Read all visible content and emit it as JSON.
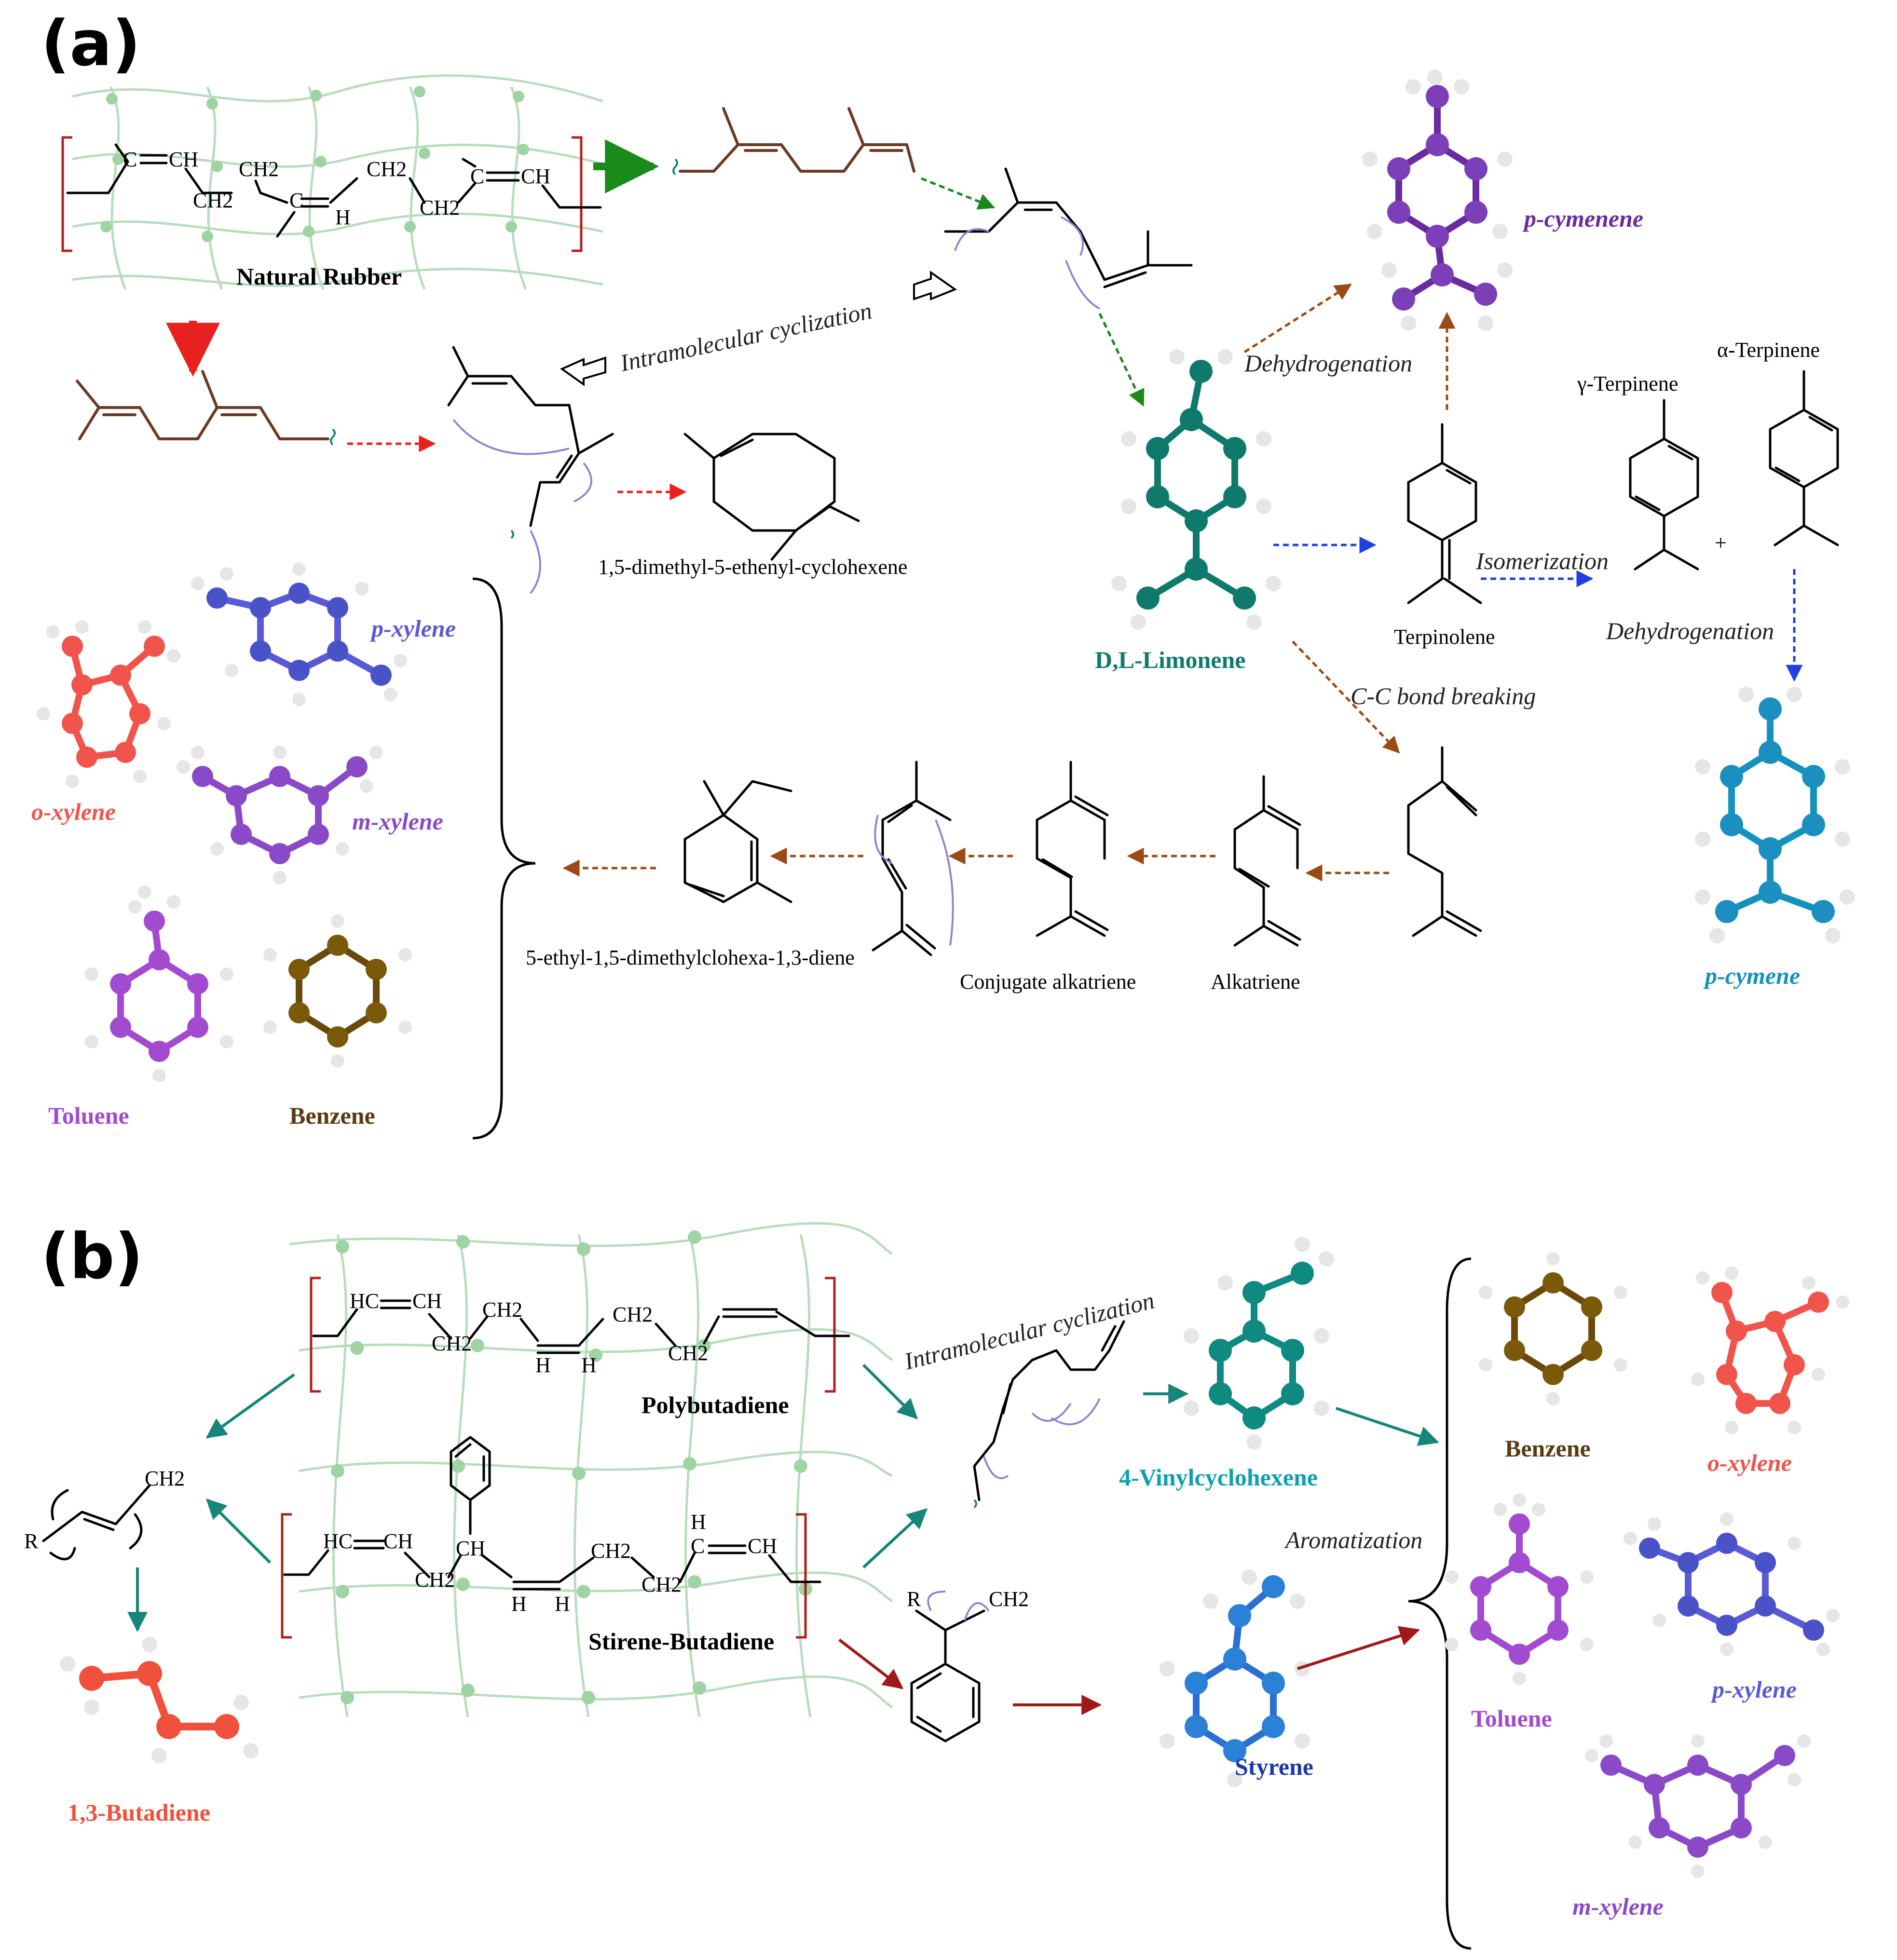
{
  "panels": {
    "a": "(a)",
    "b": "(b)"
  },
  "colors": {
    "green_arrow": "#1a8a1a",
    "red_arrow": "#e82020",
    "brown_arrow": "#9b4a16",
    "blue_arrow": "#2040e0",
    "teal_arrow": "#16857a",
    "darkred_arrow": "#a01818",
    "limonene": "#0f7a6c",
    "p_cymenene": "#6a2aa0",
    "p_cymene": "#1591bd",
    "p_xylene": "#5a5ad4",
    "o_xylene": "#f0544a",
    "m_xylene": "#8a4ac8",
    "toluene": "#a24ad0",
    "benzene": "#6a4a0a",
    "vinylcyclohexene": "#0fa0b0",
    "styrene": "#2b6fd0",
    "butadiene": "#f0503c"
  },
  "a": {
    "polymer_label": "Natural Rubber",
    "poly_text": {
      "c1": "C",
      "ch1": "CH",
      "ch2a": "CH2",
      "ch2b": "CH2",
      "c2": "C",
      "h1": "H",
      "ch2c": "CH2",
      "ch2d": "CH2",
      "c3": "C",
      "ch3": "CH"
    },
    "intramolecular": "Intramolecular cyclization",
    "product_135": "1,5-dimethyl-5-ethenyl-cyclohexene",
    "dehydrogenation_top": "Dehydrogenation",
    "p_cymenene": "p-cymenene",
    "gamma_terpinene": "γ-Terpinene",
    "alpha_terpinene": "α-Terpinene",
    "limonene": "D,L-Limonene",
    "terpinolene": "Terpinolene",
    "isomerization": "Isomerization",
    "dehydrogenation_right": "Dehydrogenation",
    "plus": "+",
    "cc_breaking": "C-C bond breaking",
    "p_cymene": "p-cymene",
    "p_xylene": "p-xylene",
    "o_xylene": "o-xylene",
    "m_xylene": "m-xylene",
    "toluene": "Toluene",
    "benzene": "Benzene",
    "diene": "5-ethyl-1,5-dimethylclohexa-1,3-diene",
    "conjugate": "Conjugate alkatriene",
    "alkatriene": "Alkatriene"
  },
  "b": {
    "polybutadiene": "Polybutadiene",
    "stirene": "Stirene-Butadiene",
    "pb_text": {
      "hc": "HC",
      "ch": "CH",
      "ch2a": "CH2",
      "ch2b": "CH2",
      "ch2c": "CH2",
      "ch2d": "CH2",
      "h1": "H",
      "h2": "H"
    },
    "sb_text": {
      "hc": "HC",
      "ch": "CH",
      "ch2a": "CH2",
      "chp": "CH",
      "h1": "H",
      "h2": "H",
      "ch2b": "CH2",
      "ch2c": "CH2",
      "h3": "H",
      "c": "C",
      "ch3": "CH"
    },
    "radical_ch2": "CH2",
    "radical_r": "R",
    "butadiene": "1,3-Butadiene",
    "intramolecular": "Intramolecular cyclization",
    "vinylcyclohexene": "4-Vinylcyclohexene",
    "aromatization": "Aromatization",
    "styrene": "Styrene",
    "benzene": "Benzene",
    "o_xylene": "o-xylene",
    "toluene": "Toluene",
    "p_xylene": "p-xylene",
    "m_xylene": "m-xylene",
    "styryl_r": "R",
    "styryl_ch2": "CH2"
  }
}
